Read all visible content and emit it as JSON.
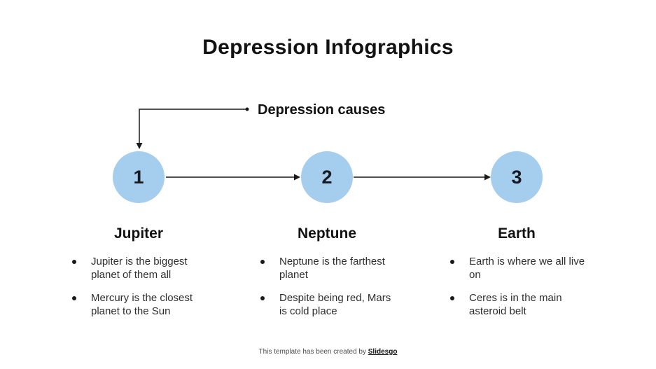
{
  "slide": {
    "title": "Depression Infographics",
    "callout": {
      "label": "Depression causes"
    },
    "steps": [
      {
        "number": "1",
        "heading": "Jupiter",
        "bullets": [
          "Jupiter is the biggest planet of them all",
          "Mercury is the closest planet to the Sun"
        ]
      },
      {
        "number": "2",
        "heading": "Neptune",
        "bullets": [
          "Neptune is the farthest planet",
          "Despite being red, Mars is cold place"
        ]
      },
      {
        "number": "3",
        "heading": "Earth",
        "bullets": [
          "Earth is where we all live on",
          "Ceres is in the main asteroid belt"
        ]
      }
    ],
    "footer": {
      "prefix": "This template has been created by ",
      "brand": "Slidesgo"
    },
    "colors": {
      "circle_fill": "#a5cdee",
      "title_text": "#121212",
      "body_text": "#2e2e2e",
      "number_text": "#191922",
      "line": "#1a1a1a",
      "footer_text": "#4d4d4d"
    }
  }
}
